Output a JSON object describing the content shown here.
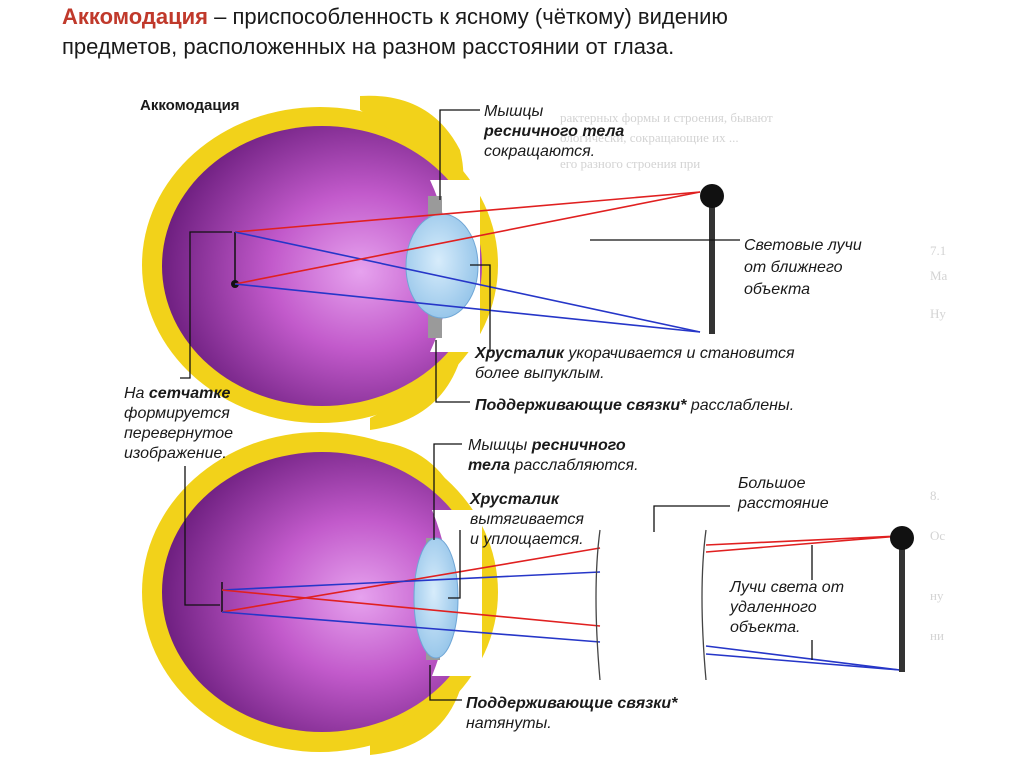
{
  "header": {
    "term": "Аккомодация",
    "definition_line1": " – приспособленность к ясному (чёткому) видению",
    "definition_line2": "предметов, расположенных на разном расстоянии от глаза."
  },
  "figure": {
    "title": "Аккомодация",
    "near": {
      "muscles_line1": "Мышцы",
      "muscles_line2": "ресничного тела",
      "muscles_line3": "сокращаются.",
      "rays_line1": "Световые лучи",
      "rays_line2": "от ближнего",
      "rays_line3": "объекта",
      "lens_bold": "Хрусталик",
      "lens_rest": " укорачивается и становится",
      "lens_line2": "более выпуклым.",
      "ligaments_bold": "Поддерживающие связки*",
      "ligaments_rest": " расслаблены."
    },
    "retina": {
      "line1_plain": "На ",
      "line1_bold": "сетчатке",
      "line2": "формируется",
      "line3": "перевернутое",
      "line4": "изображение."
    },
    "far": {
      "muscles_line1_plain": "Мышцы ",
      "muscles_line1_bold": "ресничного",
      "muscles_line2_bold": "тела",
      "muscles_line2_rest": " расслабляются.",
      "lens_bold": "Хрусталик",
      "lens_line2": "вытягивается",
      "lens_line3": "и уплощается.",
      "distance_line1": "Большое",
      "distance_line2": "расстояние",
      "rays_line1": "Лучи света от",
      "rays_line2": "удаленного",
      "rays_line3": "объекта.",
      "ligaments_bold": "Поддерживающие связки*",
      "ligaments_line2": "натянуты."
    }
  },
  "colors": {
    "header_term": "#c0392b",
    "sclera": "#f2d21a",
    "eyeball": "#a23ab0",
    "lens": "#a9cfee",
    "ray_red": "#e02020",
    "ray_blue": "#2636c8"
  }
}
